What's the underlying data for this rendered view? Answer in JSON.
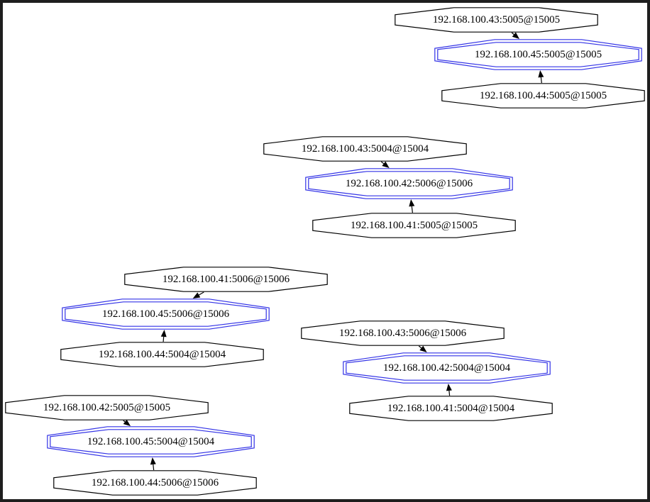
{
  "graph": {
    "colors": {
      "background": "#ffffff",
      "frame": "#1e1e1e",
      "node_outline": "#000000",
      "highlight_outline": "#3232e6",
      "edge": "#000000",
      "text": "#000000"
    },
    "edge_rules": [
      {
        "from": "top",
        "to": "center"
      },
      {
        "from": "bottom",
        "to": "center"
      }
    ],
    "clusters": [
      {
        "top": {
          "label": "192.168.100.43:5005@15005",
          "shape": "octagon"
        },
        "center": {
          "label": "192.168.100.45:5005@15005",
          "shape": "doubleoctagon",
          "outline": "blue"
        },
        "bottom": {
          "label": "192.168.100.44:5005@15005",
          "shape": "octagon"
        }
      },
      {
        "top": {
          "label": "192.168.100.43:5004@15004",
          "shape": "octagon"
        },
        "center": {
          "label": "192.168.100.42:5006@15006",
          "shape": "doubleoctagon",
          "outline": "blue"
        },
        "bottom": {
          "label": "192.168.100.41:5005@15005",
          "shape": "octagon"
        }
      },
      {
        "top": {
          "label": "192.168.100.41:5006@15006",
          "shape": "octagon"
        },
        "center": {
          "label": "192.168.100.45:5006@15006",
          "shape": "doubleoctagon",
          "outline": "blue"
        },
        "bottom": {
          "label": "192.168.100.44:5004@15004",
          "shape": "octagon"
        }
      },
      {
        "top": {
          "label": "192.168.100.43:5006@15006",
          "shape": "octagon"
        },
        "center": {
          "label": "192.168.100.42:5004@15004",
          "shape": "doubleoctagon",
          "outline": "blue"
        },
        "bottom": {
          "label": "192.168.100.41:5004@15004",
          "shape": "octagon"
        }
      },
      {
        "top": {
          "label": "192.168.100.42:5005@15005",
          "shape": "octagon"
        },
        "center": {
          "label": "192.168.100.45:5004@15004",
          "shape": "doubleoctagon",
          "outline": "blue"
        },
        "bottom": {
          "label": "192.168.100.44:5006@15006",
          "shape": "octagon"
        }
      }
    ]
  }
}
